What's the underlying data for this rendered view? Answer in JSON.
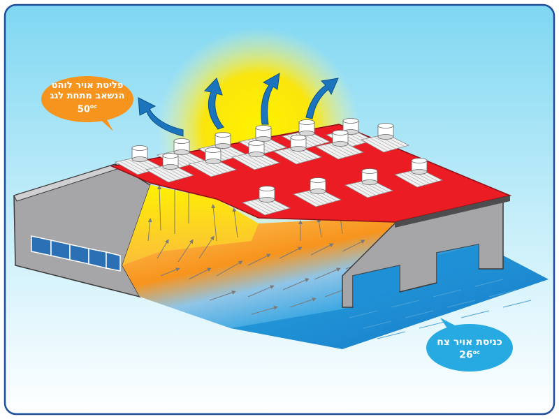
{
  "callouts": {
    "hot_air": {
      "line1": "פליטת אויר לוהט",
      "line2": "הנשאב מתחת לגג",
      "temp_value": "50",
      "temp_unit": "oc"
    },
    "cool_air": {
      "line1": "כניסת אויר צח",
      "temp_value": "26",
      "temp_unit": "oc"
    }
  },
  "colors": {
    "sky_top": "#7fd7f2",
    "sky_bottom": "#ffffff",
    "frame_border": "#1b4d9c",
    "roof_red": "#ec1c24",
    "building_gray": "#a6a6a8",
    "hot_orange": "#f7941d",
    "warm_yellow": "#fff200",
    "cool_blue": "#27aae1",
    "deep_blue": "#0072bc",
    "callout_orange": "#f7941d",
    "callout_blue": "#27aae1"
  },
  "icons": {
    "roof_ventilator": "turbine-ventilator-icon",
    "exhaust_arrow": "curved-arrow-up-icon",
    "airflow_arrow": "small-arrow-icon"
  }
}
